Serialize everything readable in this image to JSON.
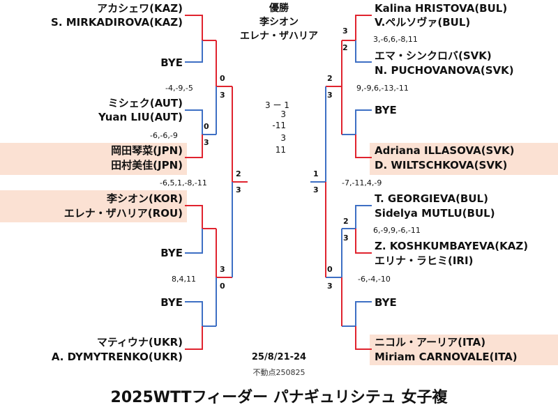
{
  "winner": {
    "heading": "優勝",
    "names": [
      "李シオン",
      "エレナ・ザハリア"
    ]
  },
  "final_score": {
    "sets": "3 ー 1",
    "games": [
      "3",
      "-11",
      "3",
      "11"
    ]
  },
  "left_players": [
    "アカシェワ(KAZ)",
    "S. MIRKADIROVA(KAZ)",
    "BYE",
    "ミシェク(AUT)",
    "Yuan LIU(AUT)",
    "岡田琴菜(JPN)",
    "田村美佳(JPN)",
    "李シオン(KOR)",
    "エレナ・ザハリア(ROU)",
    "BYE",
    "BYE",
    "マティウナ(UKR)",
    "A. DYMYTRENKO(UKR)"
  ],
  "right_players": [
    "Kalina HRISTOVA(BUL)",
    "V.ペルソヴァ(BUL)",
    "エマ・シンクロバ(SVK)",
    "N. PUCHOVANOVA(SVK)",
    "BYE",
    "Adriana ILLASOVA(SVK)",
    "D. WILTSCHKOVA(SVK)",
    "T. GEORGIEVA(BUL)",
    "Sidelya MUTLU(BUL)",
    "Z. KOSHKUMBAYEVA(KAZ)",
    "エリナ・ラヒミ(IRI)",
    "BYE",
    "ニコル・アーリア(ITA)",
    "Miriam CARNOVALE(ITA)"
  ],
  "left_scores": [
    "-4,-9,-5",
    "-6,-6,-9",
    "-6,5,1,-8,-11",
    "8,4,11"
  ],
  "right_scores": [
    "3,-6,6,-8,11",
    "9,-9,6,-13,-11",
    "-7,-11,4,-9",
    "6,-9,9,-6,-11",
    "-6,-4,-10"
  ],
  "left_digits": [
    "0",
    "3",
    "0",
    "3",
    "2",
    "3",
    "3",
    "0"
  ],
  "right_digits": [
    "3",
    "2",
    "2",
    "3",
    "1",
    "3",
    "2",
    "3",
    "0",
    "3"
  ],
  "date": "25/8/21-24",
  "source": "不動点250825",
  "title": "2025WTTフィーダー パナギュリシテュ 女子複",
  "colors": {
    "winner_line": "#e0232e",
    "loser_line": "#3d6fc4",
    "highlight": "#fbe1d3"
  }
}
